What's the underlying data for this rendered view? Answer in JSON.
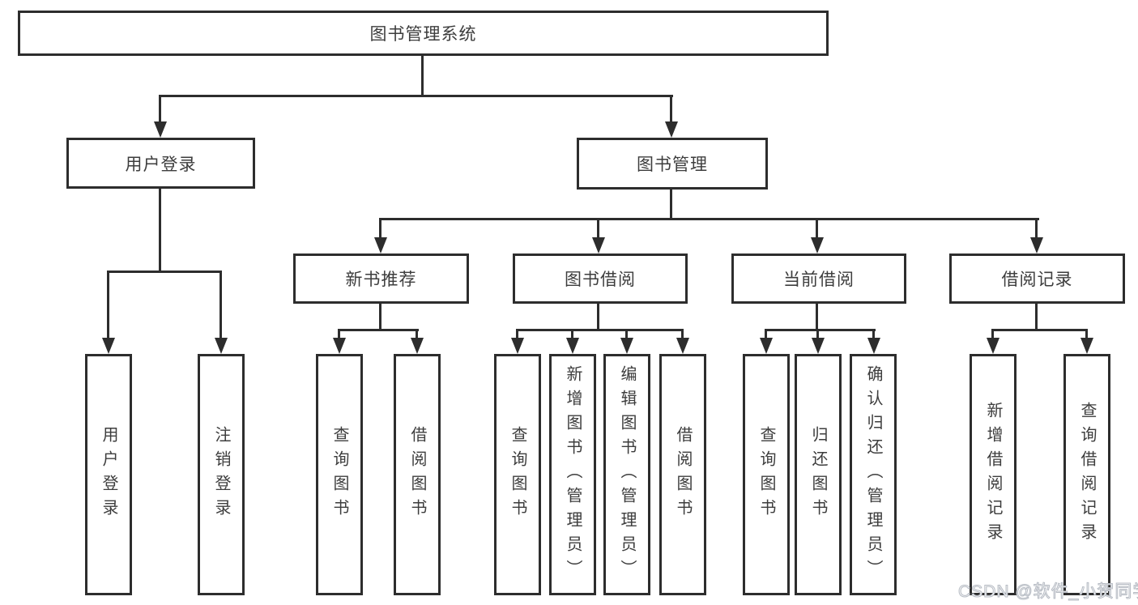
{
  "tree": {
    "root": {
      "label": "图书管理系统"
    },
    "level1": [
      {
        "label": "用户登录"
      },
      {
        "label": "图书管理"
      }
    ],
    "level2": [
      {
        "label": "新书推荐"
      },
      {
        "label": "图书借阅"
      },
      {
        "label": "当前借阅"
      },
      {
        "label": "借阅记录"
      }
    ],
    "leaves": {
      "user_login": [
        {
          "label": "用户登录"
        },
        {
          "label": "注销登录"
        }
      ],
      "new_book": [
        {
          "label": "查询图书"
        },
        {
          "label": "借阅图书"
        }
      ],
      "book_borrow": [
        {
          "label": "查询图书"
        },
        {
          "label": "新增图书（管理员）"
        },
        {
          "label": "编辑图书（管理员）"
        },
        {
          "label": "借阅图书"
        }
      ],
      "current_borrow": [
        {
          "label": "查询图书"
        },
        {
          "label": "归还图书"
        },
        {
          "label": "确认归还（管理员）"
        }
      ],
      "borrow_record": [
        {
          "label": "新增借阅记录"
        },
        {
          "label": "查询借阅记录"
        }
      ]
    }
  },
  "watermark": {
    "text": "CSDN @软件_小贺同学"
  },
  "colors": {
    "line": "#2d2d2d",
    "text": "#3d3d3d",
    "background": "#ffffff",
    "watermark": "#c3c8d0"
  }
}
